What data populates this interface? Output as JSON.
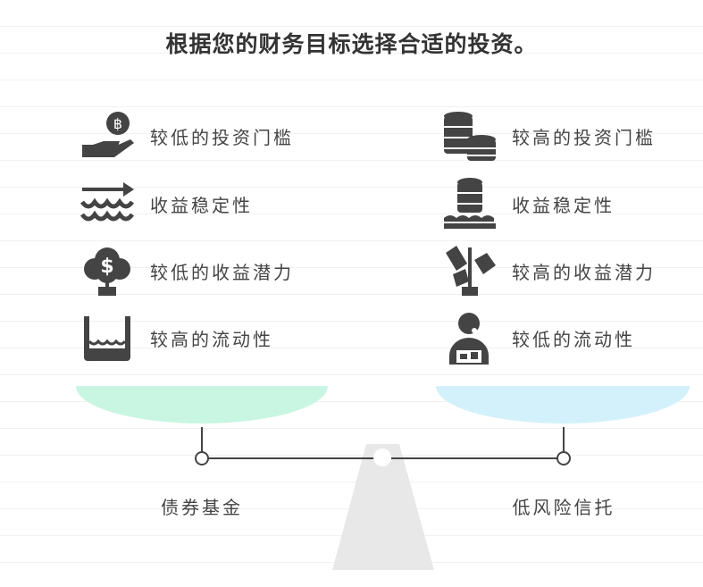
{
  "title": "根据您的财务目标选择合适的投资。",
  "left": {
    "name": "债券基金",
    "color": "#c9f6e3",
    "items": [
      {
        "icon": "hand-bitcoin-icon",
        "label": "较低的投资门槛"
      },
      {
        "icon": "arrow-waves-icon",
        "label": "收益稳定性"
      },
      {
        "icon": "money-tree-icon",
        "label": "较低的收益潜力"
      },
      {
        "icon": "water-container-icon",
        "label": "较高的流动性"
      }
    ]
  },
  "right": {
    "name": "低风险信托",
    "color": "#d3f1fb",
    "items": [
      {
        "icon": "coin-stacks-icon",
        "label": "较高的投资门槛"
      },
      {
        "icon": "coin-stack-water-icon",
        "label": "收益稳定性"
      },
      {
        "icon": "money-plant-icon",
        "label": "较高的收益潜力"
      },
      {
        "icon": "sad-person-icon",
        "label": "较低的流动性"
      }
    ]
  }
}
